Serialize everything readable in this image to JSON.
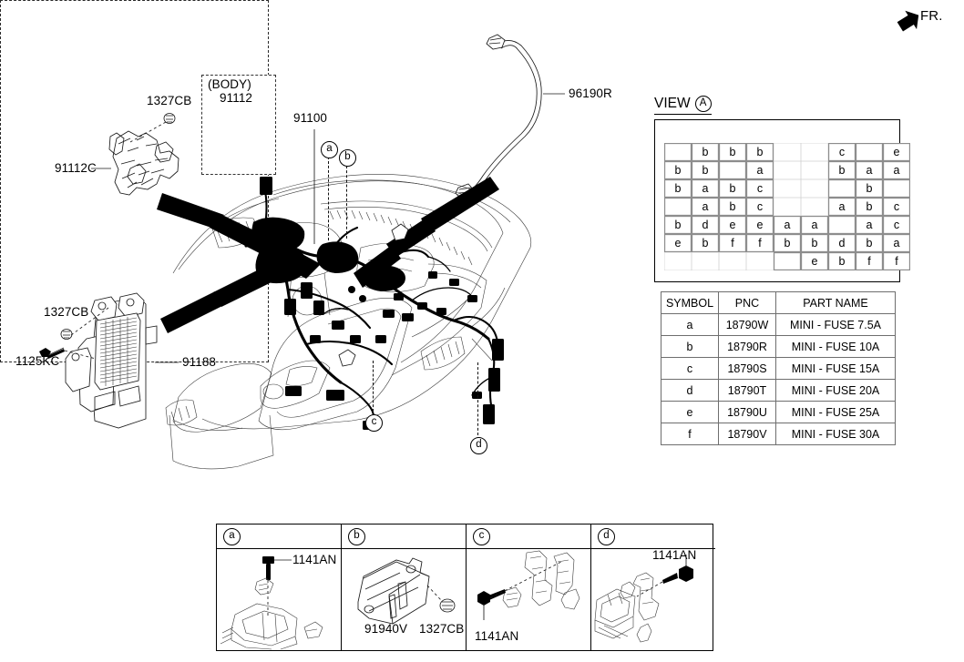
{
  "orientation": {
    "label": "FR.",
    "icon": "arrow-up-right-icon"
  },
  "callouts": [
    {
      "id": "91112C",
      "label": "91112C"
    },
    {
      "id": "1327CB-top",
      "label": "1327CB"
    },
    {
      "id": "91112",
      "label": "91112"
    },
    {
      "id": "body",
      "label": "(BODY)"
    },
    {
      "id": "91100",
      "label": "91100"
    },
    {
      "id": "96190R",
      "label": "96190R"
    },
    {
      "id": "1327CB-mid",
      "label": "1327CB"
    },
    {
      "id": "1125KC",
      "label": "1125KC"
    },
    {
      "id": "91188",
      "label": "91188"
    }
  ],
  "markers": [
    {
      "id": "a",
      "label": "a"
    },
    {
      "id": "b",
      "label": "b"
    },
    {
      "id": "c",
      "label": "c"
    },
    {
      "id": "d",
      "label": "d"
    }
  ],
  "view_a": {
    "title": "VIEW",
    "badge": "A",
    "fuse_grid": {
      "rows": 7,
      "cols": 9,
      "cells": [
        [
          "",
          "b",
          "b",
          "b",
          null,
          null,
          "c",
          "",
          "e"
        ],
        [
          "b",
          "b",
          "",
          "a",
          null,
          null,
          "b",
          "a",
          "a"
        ],
        [
          "b",
          "a",
          "b",
          "c",
          null,
          null,
          "",
          "b",
          ""
        ],
        [
          "",
          "a",
          "b",
          "c",
          null,
          null,
          "a",
          "b",
          "c"
        ],
        [
          "b",
          "d",
          "e",
          "e",
          "a",
          "a",
          "",
          "a",
          "c"
        ],
        [
          "e",
          "b",
          "f",
          "f",
          "b",
          "b",
          "d",
          "b",
          "a"
        ],
        [
          null,
          null,
          null,
          null,
          "",
          "e",
          "b",
          "f",
          "f"
        ]
      ]
    },
    "symbol_table": {
      "headers": [
        "SYMBOL",
        "PNC",
        "PART NAME"
      ],
      "rows": [
        [
          "a",
          "18790W",
          "MINI - FUSE 7.5A"
        ],
        [
          "b",
          "18790R",
          "MINI - FUSE 10A"
        ],
        [
          "c",
          "18790S",
          "MINI - FUSE 15A"
        ],
        [
          "d",
          "18790T",
          "MINI - FUSE 20A"
        ],
        [
          "e",
          "18790U",
          "MINI - FUSE 25A"
        ],
        [
          "f",
          "18790V",
          "MINI - FUSE 30A"
        ]
      ]
    }
  },
  "detail_panels": [
    {
      "badge": "a",
      "labels": [
        "1141AN"
      ]
    },
    {
      "badge": "b",
      "labels": [
        "91940V",
        "1327CB"
      ]
    },
    {
      "badge": "c",
      "labels": [
        "1141AN"
      ]
    },
    {
      "badge": "d",
      "labels": [
        "1141AN"
      ]
    }
  ]
}
